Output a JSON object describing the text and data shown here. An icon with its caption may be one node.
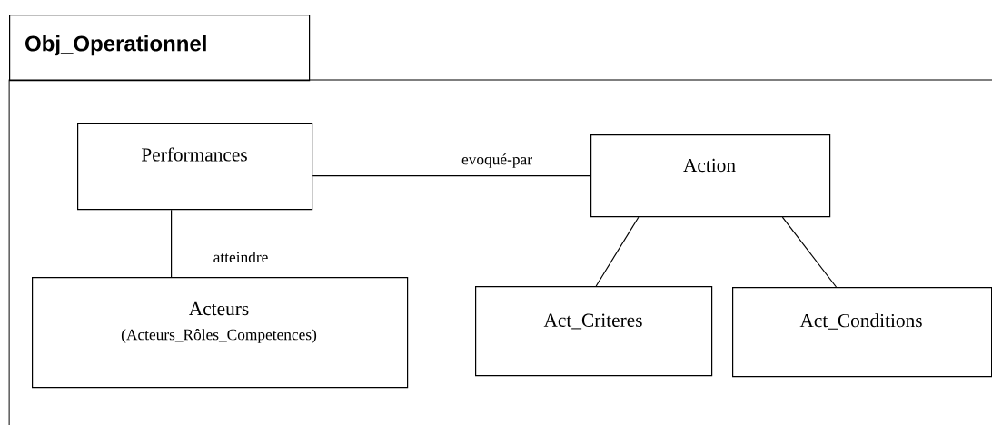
{
  "diagram": {
    "nodes": [
      {
        "text": [
          "Obj_Operationnel"
        ]
      },
      {
        "text": [
          "Performances"
        ],
        "in": 0
      },
      {
        "text": [
          "Action"
        ],
        "in": 0
      },
      {
        "text": [
          "Acteurs",
          "(Acteurs_Rôles_Competences)"
        ],
        "in": 0
      },
      {
        "text": [
          "Act_Criteres"
        ],
        "in": 0
      },
      {
        "text": [
          "Act_Conditions"
        ],
        "in": 0
      }
    ],
    "edges": [
      {
        "from": 1,
        "to": 2,
        "arrow": "none",
        "label": "evoqué-par"
      },
      {
        "from": 1,
        "to": 3,
        "arrow": "none",
        "label": "atteindre"
      },
      {
        "from": 2,
        "to": 4,
        "arrow": "none"
      },
      {
        "from": 2,
        "to": 5,
        "arrow": "none"
      }
    ]
  }
}
